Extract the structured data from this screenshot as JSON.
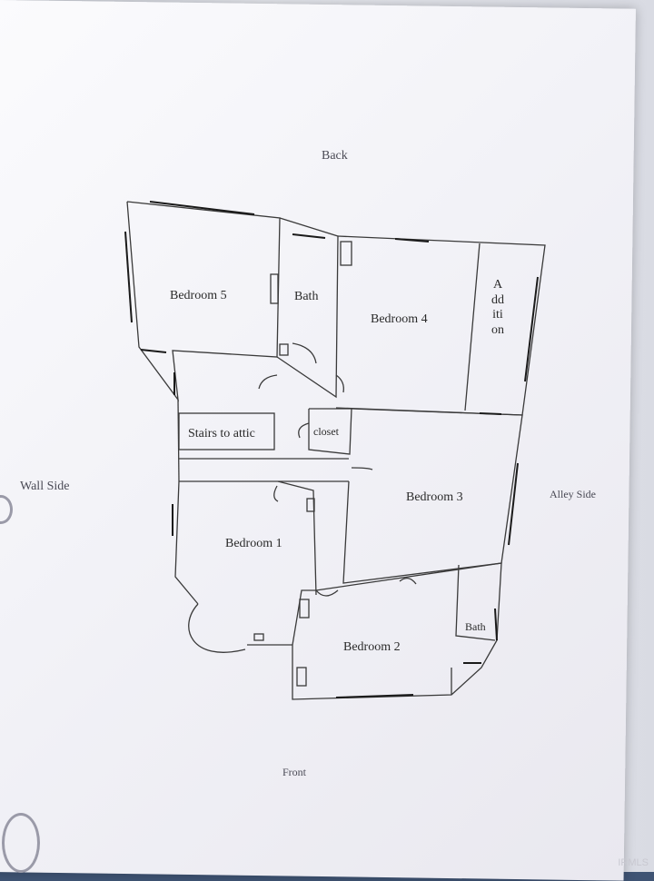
{
  "plan": {
    "back": "Back",
    "front": "Front",
    "wall_side": "Wall Side",
    "alley_side": "Alley Side",
    "rooms": {
      "bedroom5": "Bedroom 5",
      "bath_top": "Bath",
      "bedroom4": "Bedroom 4",
      "addition": "Addition",
      "stairs": "Stairs to attic",
      "closet": "closet",
      "bedroom3": "Bedroom 3",
      "bedroom1": "Bedroom 1",
      "bedroom2": "Bedroom 2",
      "bath_bottom": "Bath"
    }
  },
  "watermark": "IRMLS"
}
